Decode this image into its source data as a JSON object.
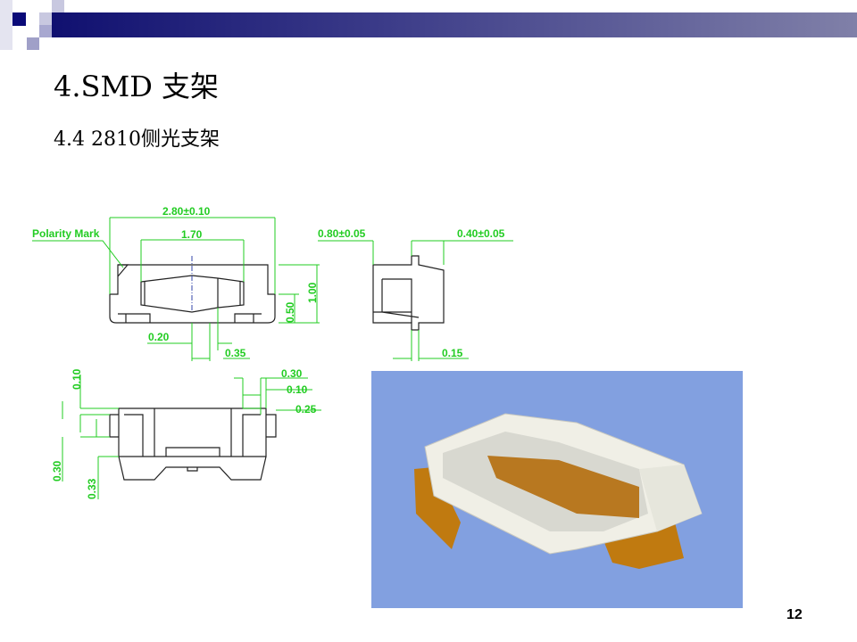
{
  "slide": {
    "title": "4.SMD 支架",
    "subtitle": "4.4  2810侧光支架",
    "page_number": "12"
  },
  "drawing": {
    "polarity_mark": "Polarity Mark",
    "dims": {
      "overall_width": "2.80±0.10",
      "inner_width": "1.70",
      "height_total": "1.00",
      "height_half": "0.50",
      "d020": "0.20",
      "d035": "0.35",
      "side_left": "0.80±0.05",
      "side_right": "0.40±0.05",
      "side_bottom": "0.15",
      "b010_left": "0.10",
      "b030_left": "0.30",
      "b033_left": "0.33",
      "b030_right": "0.30",
      "b010_right": "0.10",
      "b025_right": "0.25"
    }
  },
  "colors": {
    "dimension": "#22cc22",
    "render_bg": "#82a0e0",
    "body": "#f0efe6",
    "pad": "#c07a10"
  }
}
